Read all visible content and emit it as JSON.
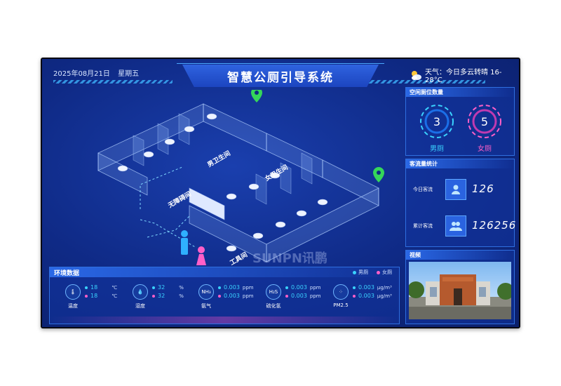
{
  "header": {
    "date": "2025年08月21日",
    "weekday": "星期五",
    "title": "智慧公厕引导系统",
    "weather": "天气：今日多云转晴 16-28°C"
  },
  "map": {
    "rooms": [
      "无障碍间",
      "男卫生间",
      "女卫生间",
      "工具间"
    ],
    "watermark": "SUNPN讯鹏"
  },
  "environment": {
    "title": "环境数据",
    "legend": {
      "male": "男厕",
      "female": "女厕"
    },
    "metrics": [
      {
        "icon": "thermometer-icon",
        "label": "温度",
        "male": "18",
        "female": "18",
        "unit": "℃"
      },
      {
        "icon": "humidity-icon",
        "label": "湿度",
        "male": "32",
        "female": "32",
        "unit": "%"
      },
      {
        "icon": "NH₃",
        "label": "氨气",
        "male": "0.003",
        "female": "0.003",
        "unit": "ppm"
      },
      {
        "icon": "H₂S",
        "label": "硫化氢",
        "male": "0.003",
        "female": "0.003",
        "unit": "ppm"
      },
      {
        "icon": "pm25-icon",
        "label": "PM2.5",
        "male": "0.003",
        "female": "0.003",
        "unit": "μg/m³"
      }
    ]
  },
  "vacancy": {
    "title": "空闲厕位数量",
    "male": {
      "count": "3",
      "label": "男厕"
    },
    "female": {
      "count": "5",
      "label": "女厕"
    }
  },
  "traffic": {
    "title": "客流量统计",
    "today_label": "今日客流",
    "today_value": "126",
    "total_label": "累计客流",
    "total_value": "126256"
  },
  "video": {
    "title": "视频"
  },
  "colors": {
    "male": "#3ad3ff",
    "female": "#ff5fc8",
    "accent": "#2a68e6"
  }
}
